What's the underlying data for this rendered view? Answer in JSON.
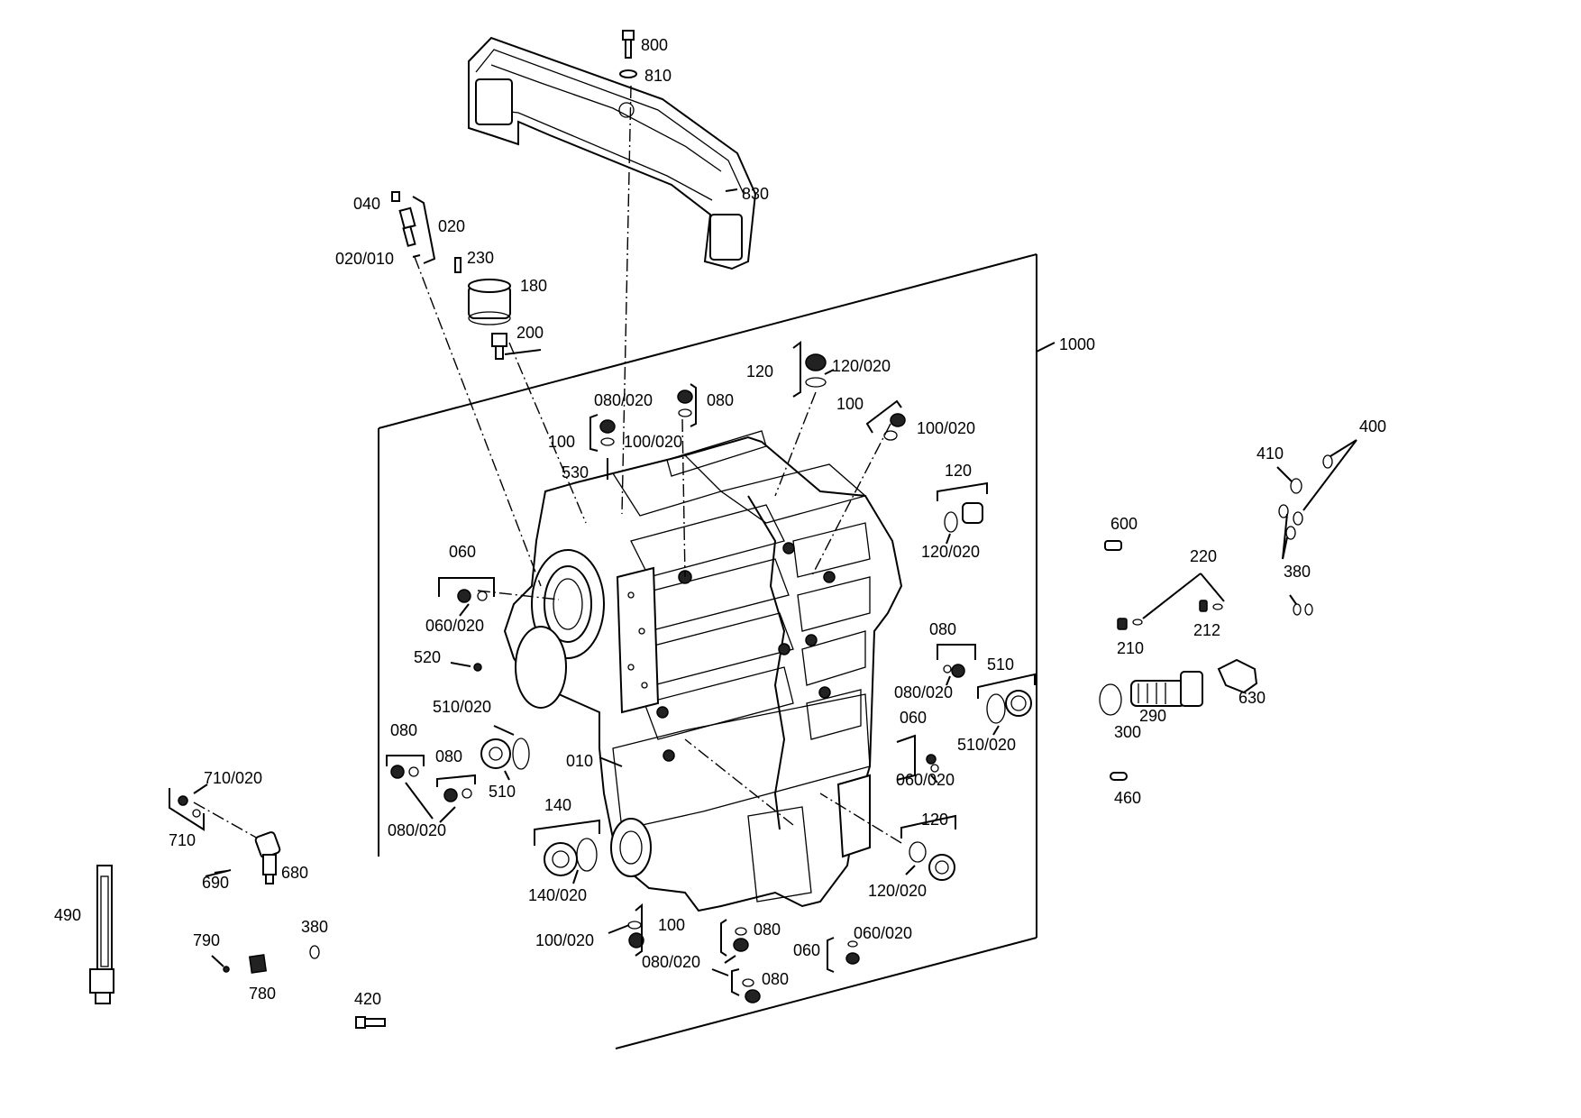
{
  "labels": {
    "l800": "800",
    "l810": "810",
    "l830": "830",
    "l040": "040",
    "l020": "020",
    "l020_010": "020/010",
    "l230": "230",
    "l180": "180",
    "l200": "200",
    "l1000": "1000",
    "l120_top": "120",
    "l120_020_top": "120/020",
    "l080_020_top": "080/020",
    "l080_top": "080",
    "l100_top_r": "100",
    "l100_020_top_r": "100/020",
    "l100_top_l": "100",
    "l100_020_top_l": "100/020",
    "l530": "530",
    "l120_right": "120",
    "l120_020_right": "120/020",
    "l060_left": "060",
    "l060_020_left": "060/020",
    "l520": "520",
    "l080_right": "080",
    "l080_020_right": "080/020",
    "l510_right": "510",
    "l510_020_right": "510/020",
    "l510_020_mid": "510/020",
    "l080_left_a": "080",
    "l080_left_b": "080",
    "l080_020_left": "080/020",
    "l510_mid": "510",
    "l010": "010",
    "l060_right": "060",
    "l060_020_right": "060/020",
    "l140": "140",
    "l140_020": "140/020",
    "l120_lower": "120",
    "l120_020_lower": "120/020",
    "l100_bot": "100",
    "l100_020_bot": "100/020",
    "l080_bot_a": "080",
    "l080_020_bot": "080/020",
    "l080_bot_b": "080",
    "l060_bot": "060",
    "l060_020_bot": "060/020",
    "l710_020": "710/020",
    "l710": "710",
    "l690": "690",
    "l680": "680",
    "l490": "490",
    "l790": "790",
    "l780": "780",
    "l380_left": "380",
    "l420": "420",
    "l410": "410",
    "l400": "400",
    "l380_right": "380",
    "l600": "600",
    "l220": "220",
    "l210": "210",
    "l212": "212",
    "l300": "300",
    "l290": "290",
    "l630": "630",
    "l460": "460"
  }
}
